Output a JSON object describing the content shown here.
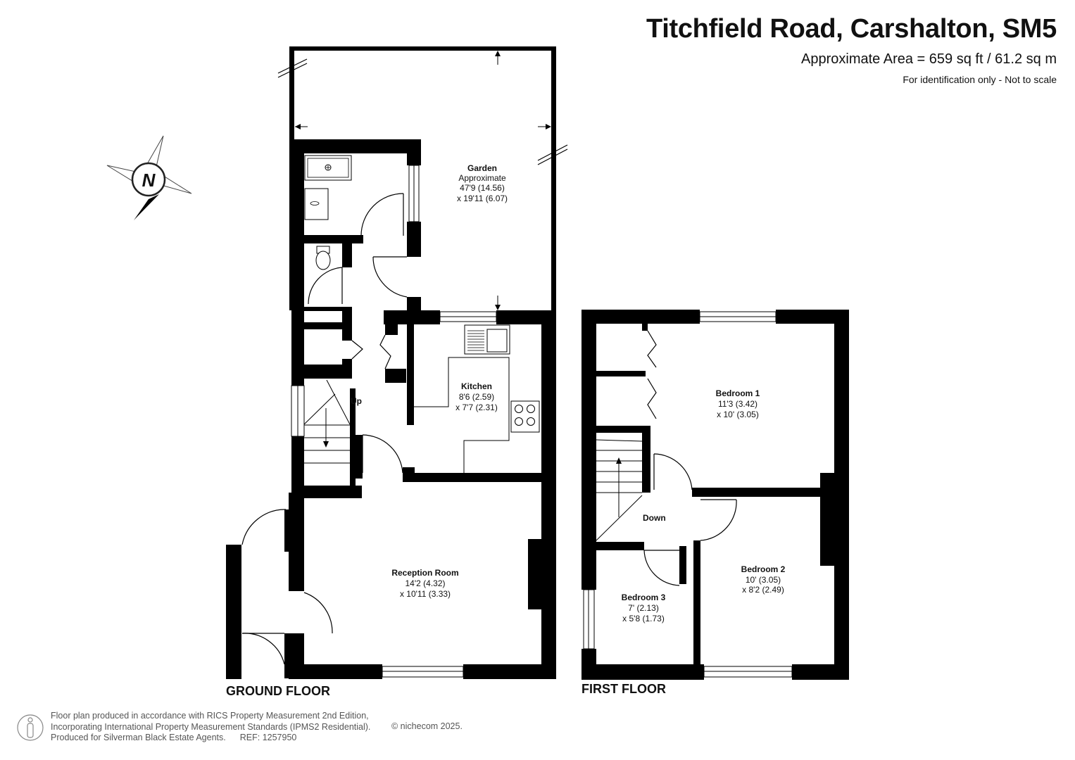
{
  "header": {
    "title": "Titchfield Road, Carshalton, SM5",
    "area": "Approximate Area = 659 sq ft / 61.2 sq m",
    "identification": "For identification only - Not to scale"
  },
  "compass": {
    "label": "N"
  },
  "rooms": {
    "garden": {
      "name": "Garden",
      "line1": "Approximate",
      "line2": "47'9 (14.56)",
      "line3": "x 19'11 (6.07)"
    },
    "kitchen": {
      "name": "Kitchen",
      "line1": "8'6 (2.59)",
      "line2": "x 7'7 (2.31)"
    },
    "reception": {
      "name": "Reception Room",
      "line1": "14'2 (4.32)",
      "line2": "x 10'11 (3.33)"
    },
    "bedroom1": {
      "name": "Bedroom 1",
      "line1": "11'3 (3.42)",
      "line2": "x 10' (3.05)"
    },
    "bedroom2": {
      "name": "Bedroom 2",
      "line1": "10' (3.05)",
      "line2": "x 8'2 (2.49)"
    },
    "bedroom3": {
      "name": "Bedroom 3",
      "line1": "7' (2.13)",
      "line2": "x 5'8 (1.73)"
    }
  },
  "stairs": {
    "up": "Up",
    "down": "Down"
  },
  "floors": {
    "ground": "GROUND FLOOR",
    "first": "FIRST FLOOR"
  },
  "footer": {
    "line1": "Floor plan produced in accordance with RICS Property Measurement 2nd Edition,",
    "line2": "Incorporating International Property Measurement Standards (IPMS2 Residential).",
    "line3": "Produced for Silverman Black Estate Agents.",
    "ref": "REF: 1257950",
    "copyright": "© nichecom 2025."
  },
  "colors": {
    "wall": "#000000",
    "text": "#111111",
    "footer": "#555555"
  }
}
